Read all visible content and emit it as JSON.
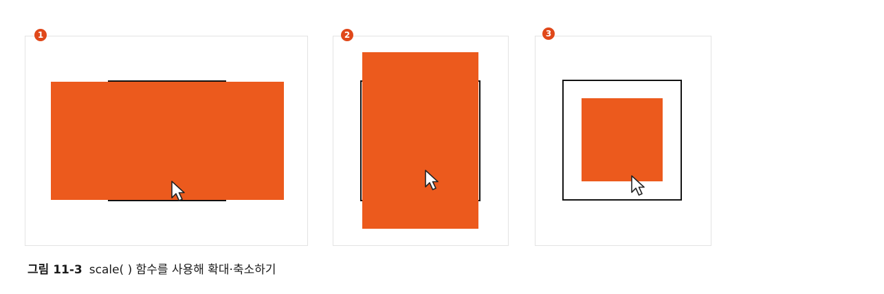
{
  "panels": [
    {
      "number": "1"
    },
    {
      "number": "2"
    },
    {
      "number": "3"
    }
  ],
  "caption": {
    "label": "그림 11-3",
    "text": "scale( ) 함수를 사용해 확대·축소하기"
  },
  "colors": {
    "box": "#ec5a1d",
    "badge": "#e0481a",
    "outline": "#111111"
  },
  "icons": {
    "cursor": "mouse-pointer-icon"
  }
}
